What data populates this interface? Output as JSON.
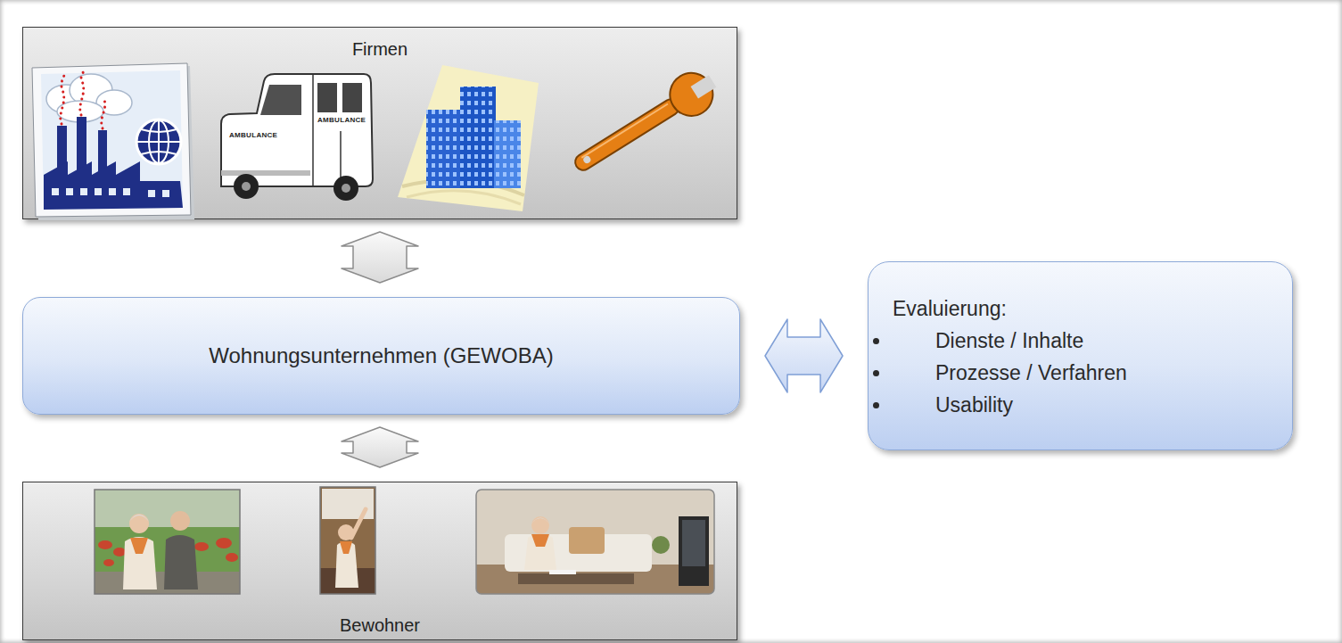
{
  "diagram": {
    "nodes": [
      {
        "text": [
          "Firmen"
        ]
      },
      {
        "text": [
          "Wohnungsunternehmen (GEWOBA)"
        ]
      },
      {
        "text": [
          "Evaluierung:",
          "Dienste / Inhalte",
          "Prozesse / Verfahren",
          "Usability"
        ]
      },
      {
        "text": [
          "Bewohner"
        ]
      }
    ],
    "edges": [
      {
        "from": 0,
        "to": 1,
        "arrow": "both"
      },
      {
        "from": 1,
        "to": 3,
        "arrow": "both"
      },
      {
        "from": 1,
        "to": 2,
        "arrow": "both"
      }
    ],
    "labels": [
      "AMBULANCE",
      "AMBULANCE"
    ]
  }
}
